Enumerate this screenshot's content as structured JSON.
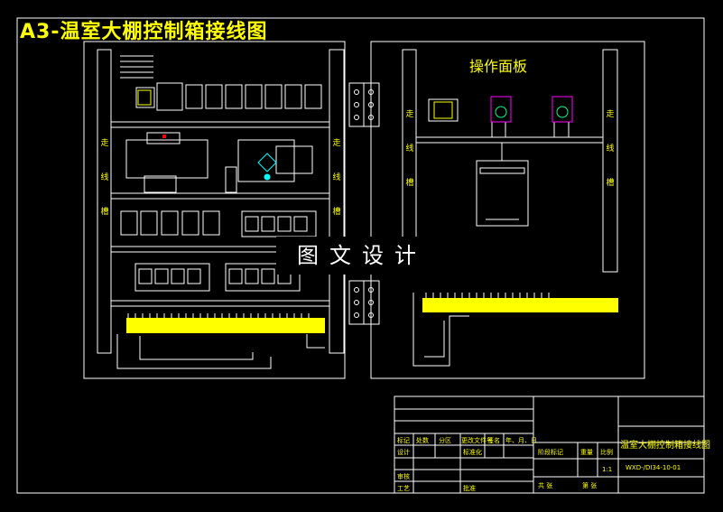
{
  "drawing": {
    "title": "A3-温室大棚控制箱接线图",
    "panel_label": "操作面板",
    "duct_label": "走线槽",
    "watermark": "图文设计"
  },
  "title_block": {
    "name": "温室大棚控制箱接线图",
    "code": "WXD-/DI34-10-01",
    "scale": "1:1",
    "labels": [
      "标记",
      "处数",
      "分区",
      "更改文件号",
      "签名",
      "年、月、日",
      "设计",
      "标准化",
      "阶段标记",
      "重量",
      "比例",
      "审核",
      "工艺",
      "批准",
      "共 张",
      "第 张"
    ]
  },
  "colors": {
    "background": "#000000",
    "lines": "#ffffff",
    "text": "#ffff00",
    "terminal": "#ffff00",
    "accent": "#00ffff",
    "red": "#ff0000",
    "magenta": "#ff00ff"
  }
}
